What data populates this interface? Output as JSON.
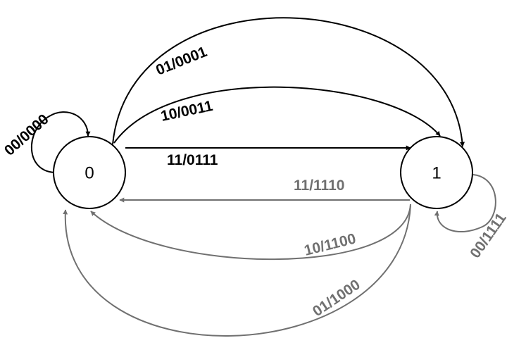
{
  "colors": {
    "forward": "#000000",
    "backward": "#707070",
    "background": "#ffffff"
  },
  "states": [
    {
      "id": "s0",
      "label": "0"
    },
    {
      "id": "s1",
      "label": "1"
    }
  ],
  "transitions": [
    {
      "id": "t-self-0",
      "from": "0",
      "to": "0",
      "label": "00/0000"
    },
    {
      "id": "t-01-0001",
      "from": "0",
      "to": "1",
      "label": "01/0001"
    },
    {
      "id": "t-10-0011",
      "from": "0",
      "to": "1",
      "label": "10/0011"
    },
    {
      "id": "t-11-0111",
      "from": "0",
      "to": "1",
      "label": "11/0111"
    },
    {
      "id": "t-11-1110",
      "from": "1",
      "to": "0",
      "label": "11/1110"
    },
    {
      "id": "t-10-1100",
      "from": "1",
      "to": "0",
      "label": "10/1100"
    },
    {
      "id": "t-01-1000",
      "from": "1",
      "to": "0",
      "label": "01/1000"
    },
    {
      "id": "t-self-1",
      "from": "1",
      "to": "1",
      "label": "00/1111"
    }
  ]
}
